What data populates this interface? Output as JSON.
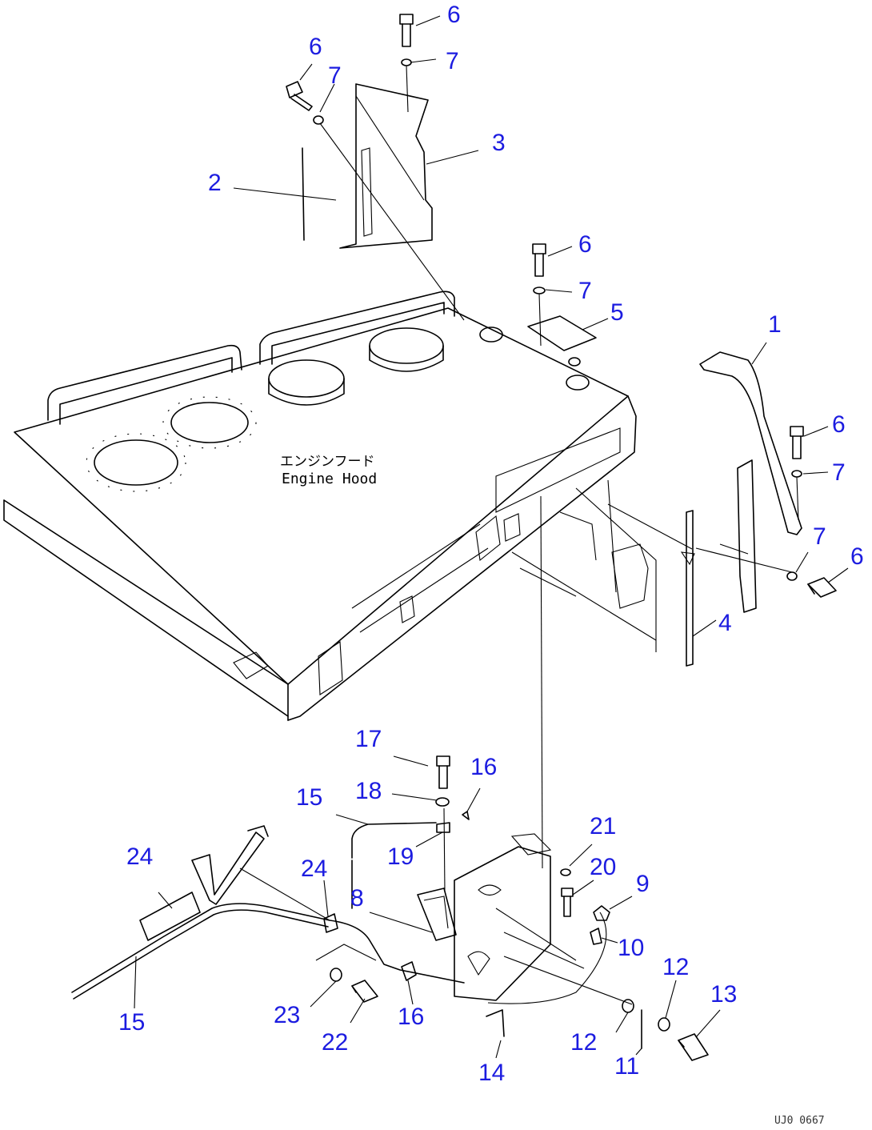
{
  "hood_label": {
    "japanese": "エンジンフード",
    "english": "Engine Hood"
  },
  "drawing_code": "UJ0 0667",
  "callouts": {
    "c1": "1",
    "c2": "2",
    "c3": "3",
    "c4": "4",
    "c5": "5",
    "c6a": "6",
    "c6b": "6",
    "c6c": "6",
    "c6d": "6",
    "c6e": "6",
    "c7a": "7",
    "c7b": "7",
    "c7c": "7",
    "c7d": "7",
    "c7e": "7",
    "c8": "8",
    "c9": "9",
    "c10": "10",
    "c11": "11",
    "c12a": "12",
    "c12b": "12",
    "c13": "13",
    "c14": "14",
    "c15a": "15",
    "c15b": "15",
    "c16a": "16",
    "c16b": "16",
    "c17": "17",
    "c18": "18",
    "c19": "19",
    "c20": "20",
    "c21": "21",
    "c22": "22",
    "c23": "23",
    "c24a": "24",
    "c24b": "24"
  }
}
